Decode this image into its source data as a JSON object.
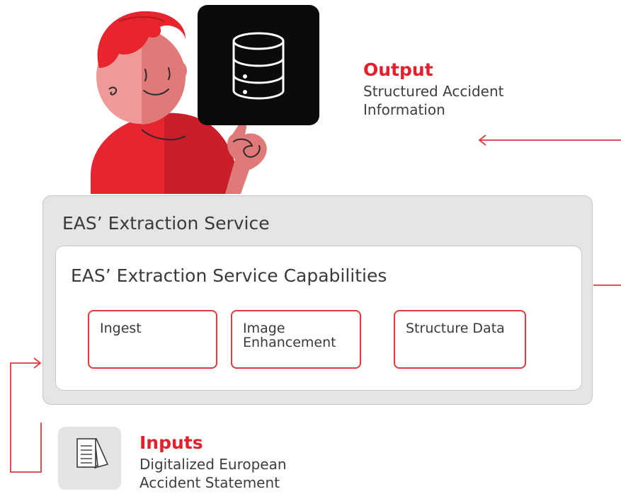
{
  "output": {
    "heading": "Output",
    "description": "Structured Accident\nInformation"
  },
  "service": {
    "title": "EAS’ Extraction Service",
    "capabilities_title": "EAS’ Extraction Service Capabilities",
    "capabilities": [
      {
        "label": "Ingest"
      },
      {
        "label": "Image\nEnhancement"
      },
      {
        "label": "Structure Data"
      }
    ]
  },
  "inputs": {
    "heading": "Inputs",
    "description": "Digitalized European\nAccident Statement"
  },
  "icons": {
    "person": "person-illustration",
    "database": "database-icon",
    "document": "document-stack-icon"
  },
  "colors": {
    "accent": "#e3202b",
    "box_border": "#df3a40",
    "panel": "#e5e5e5"
  }
}
